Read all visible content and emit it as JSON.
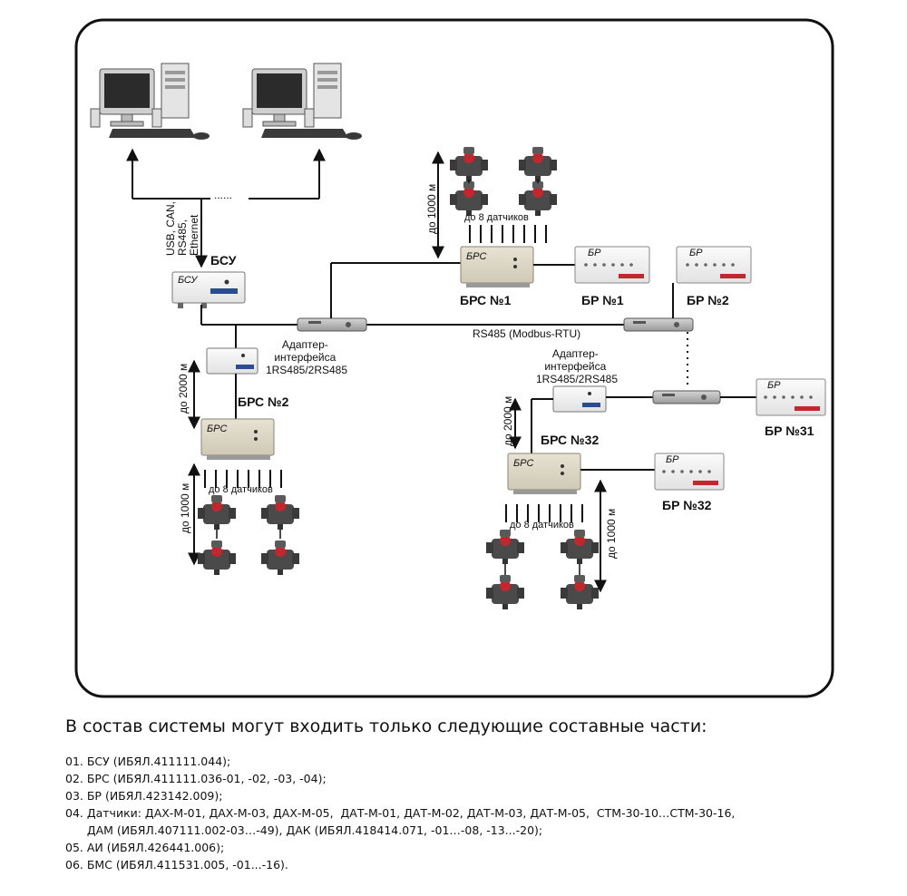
{
  "diagram": {
    "bsu_label": "БСУ",
    "bsu_face": "БСУ",
    "interfaces_label": [
      "USB, CAN,",
      "RS485,",
      "Ethernet"
    ],
    "computer_link_dots": "......",
    "brs1_label": "БРС №1",
    "brs2_label": "БРС №2",
    "brs32_label": "БРС №32",
    "brs_face": "БРС",
    "br1_label": "БР №1",
    "br2_label": "БР №2",
    "br31_label": "БР №31",
    "br32_label": "БР №32",
    "br_face": "БР",
    "bus_label": "RS485 (Modbus-RTU)",
    "adapter1_label": [
      "Адаптер-",
      "интерфейса",
      "1RS485/2RS485"
    ],
    "adapter2_label": [
      "Адаптер-",
      "интерфейса",
      "1RS485/2RS485"
    ],
    "sensors_up_to_8": "до 8 датчиков",
    "dist_1000": "до 1000 м",
    "dist_2000": "до 2000 м"
  },
  "caption": "В состав системы могут входить только следующие составные части:",
  "parts": [
    "01. БСУ (ИБЯЛ.411111.044);",
    "02. БРС (ИБЯЛ.411111.036-01, -02, -03, -04);",
    "03. БР (ИБЯЛ.423142.009);",
    "04. Датчики: ДАХ-М-01, ДАХ-М-03, ДАХ-М-05,  ДАТ-М-01, ДАТ-М-02, ДАТ-М-03, ДАТ-М-05,  СТМ-30-10…СТМ-30-16,",
    "      ДАМ (ИБЯЛ.407111.002-03…-49), ДАК (ИБЯЛ.418414.071, -01…-08, -13...-20);",
    "05. АИ (ИБЯЛ.426441.006);",
    "06. БМС (ИБЯЛ.411531.005, -01...-16)."
  ],
  "colors": {
    "frame": "#111111",
    "brs_body": "#ddd8c8",
    "br_body": "#f2f2f2",
    "sensor": "#4a4a4a",
    "sensor_accent": "#c1272d"
  }
}
